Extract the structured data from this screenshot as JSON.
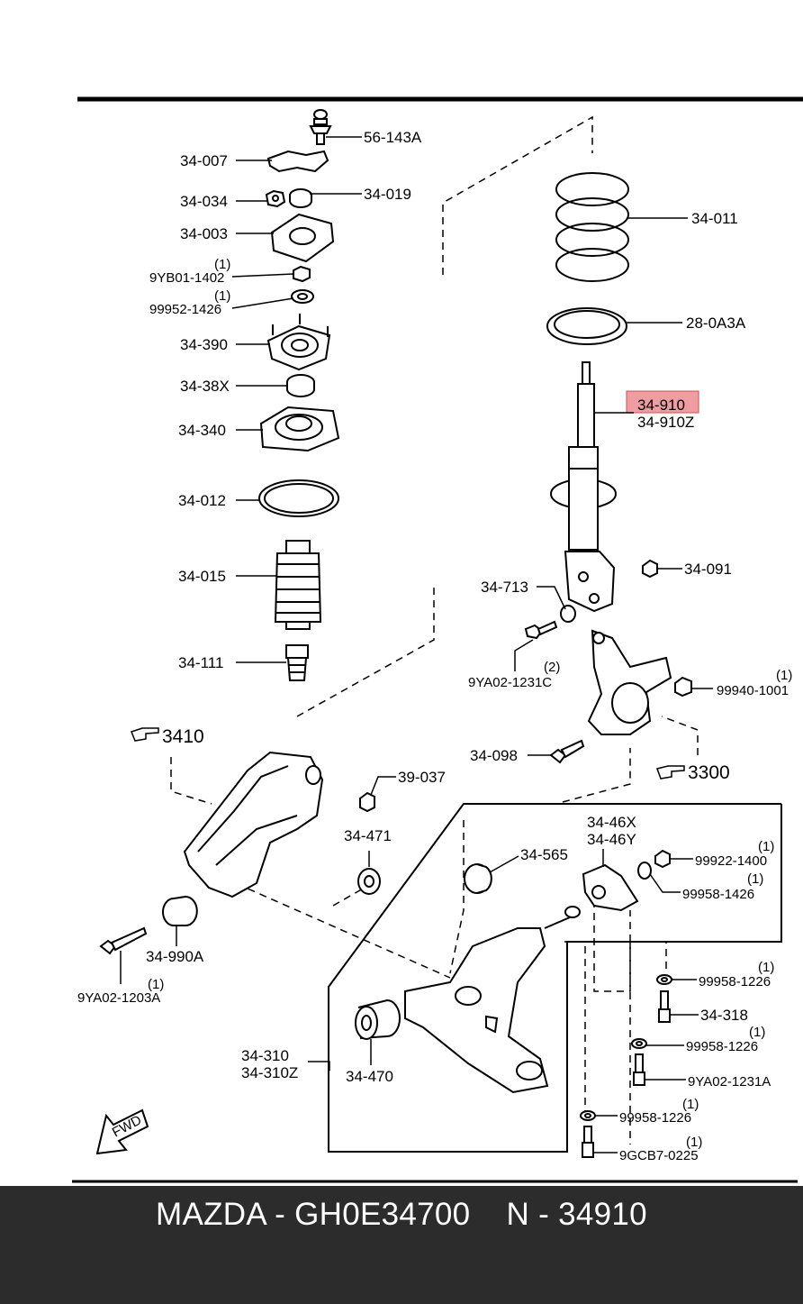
{
  "labels": {
    "p56_143A": "56-143A",
    "p34_007": "34-007",
    "p34_034": "34-034",
    "p34_019": "34-019",
    "p34_003": "34-003",
    "q9YB01": "(1)",
    "p9YB01_1402": "9YB01-1402",
    "q99952": "(1)",
    "p99952_1426": "99952-1426",
    "p34_390": "34-390",
    "p34_38X": "34-38X",
    "p34_340": "34-340",
    "p34_012": "34-012",
    "p34_015": "34-015",
    "p34_111": "34-111",
    "p34_011": "34-011",
    "p28_0A3A": "28-0A3A",
    "p34_910": "34-910",
    "p34_910Z": "34-910Z",
    "p34_713": "34-713",
    "p34_091": "34-091",
    "q9YA02_1231C": "(2)",
    "p9YA02_1231C": "9YA02-1231C",
    "q99940": "(1)",
    "p99940_1001": "99940-1001",
    "p34_098": "34-098",
    "ref3410": "3410",
    "ref3300": "3300",
    "p39_037": "39-037",
    "p34_471": "34-471",
    "p34_46X": "34-46X",
    "p34_46Y": "34-46Y",
    "p34_565": "34-565",
    "q99922": "(1)",
    "p99922_1400": "99922-1400",
    "q99958a": "(1)",
    "p99958_1426": "99958-1426",
    "p34_990A": "34-990A",
    "q9YA02_1203A": "(1)",
    "p9YA02_1203A": "9YA02-1203A",
    "q99958b": "(1)",
    "p99958_1226a": "99958-1226",
    "p34_318": "34-318",
    "q99958c": "(1)",
    "p99958_1226b": "99958-1226",
    "p9YA02_1231A": "9YA02-1231A",
    "q99958d": "(1)",
    "p99958_1226c": "99958-1226",
    "q9GCB7": "(1)",
    "p9GCB7_0225": "9GCB7-0225",
    "p34_310": "34-310",
    "p34_310Z": "34-310Z",
    "p34_470": "34-470",
    "fwd": "FWD"
  },
  "highlight_color": "#e8727a",
  "footer": {
    "text": "MAZDA - GH0E34700    N - 34910"
  }
}
